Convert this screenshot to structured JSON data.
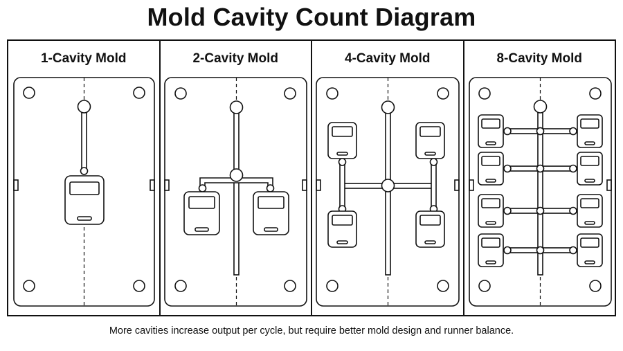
{
  "title": "Mold Cavity Count Diagram",
  "panels": [
    {
      "label": "1-Cavity Mold",
      "cavities": 1
    },
    {
      "label": "2-Cavity Mold",
      "cavities": 2
    },
    {
      "label": "4-Cavity Mold",
      "cavities": 4
    },
    {
      "label": "8-Cavity Mold",
      "cavities": 8
    }
  ],
  "caption": "More cavities increase output per cycle, but require better mold design and runner balance."
}
